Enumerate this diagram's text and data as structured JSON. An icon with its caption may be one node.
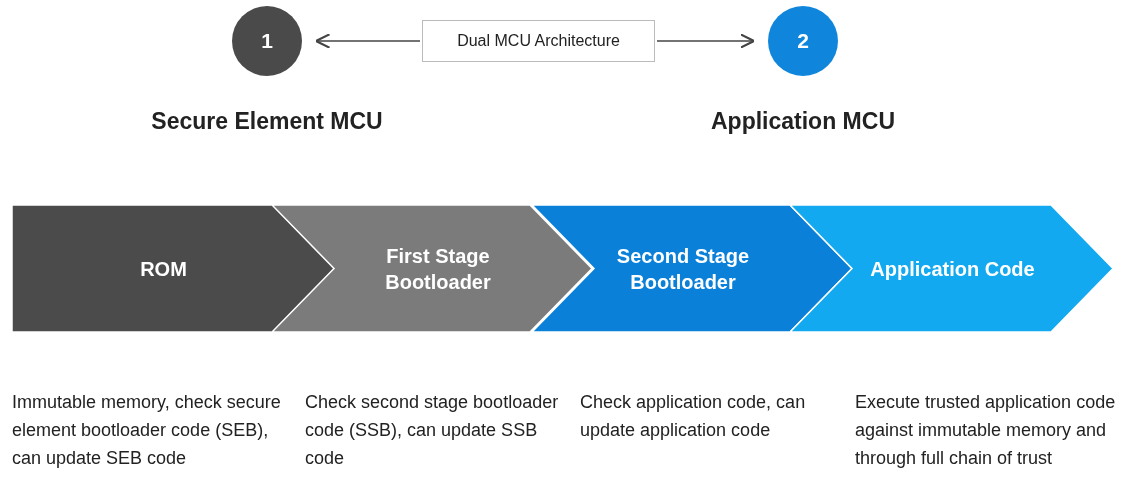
{
  "diagram": {
    "nodes": [
      {
        "text": [
          "1"
        ],
        "beside": [
          "Secure Element MCU"
        ]
      },
      {
        "text": [
          "Dual MCU Architecture"
        ]
      },
      {
        "text": [
          "2"
        ],
        "beside": [
          "Application MCU"
        ]
      },
      {
        "text": [
          "ROM"
        ],
        "beside": [
          "Immutable memory, check secure element bootloader code (SEB), can update SEB code"
        ]
      },
      {
        "text": [
          "First Stage Bootloader"
        ],
        "beside": [
          "Check second stage bootloader code (SSB), can update SSB code"
        ]
      },
      {
        "text": [
          "Second Stage Bootloader"
        ],
        "beside": [
          "Check application code, can update application code"
        ]
      },
      {
        "text": [
          "Application Code"
        ],
        "beside": [
          "Execute trusted application code against immutable memory and through full chain of trust"
        ]
      }
    ],
    "edges": [
      {
        "from": 1,
        "to": 0,
        "arrow": "to"
      },
      {
        "from": 1,
        "to": 2,
        "arrow": "to"
      }
    ]
  }
}
